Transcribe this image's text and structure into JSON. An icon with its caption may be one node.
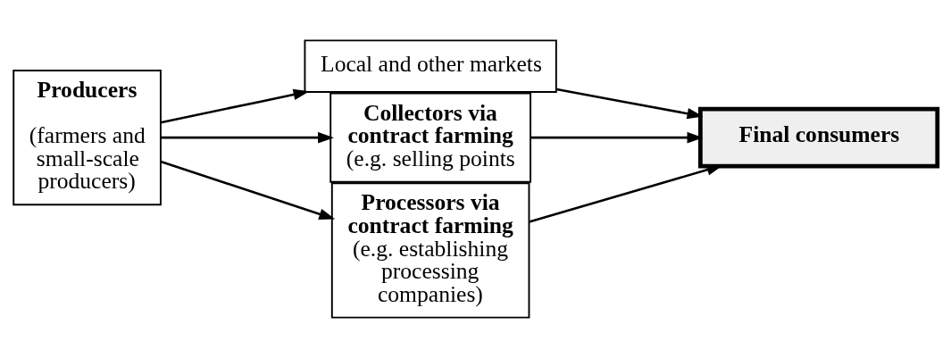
{
  "diagram": {
    "nodes": [
      {
        "text": [
          "Producers",
          "(farmers and small-scale producers)"
        ]
      },
      {
        "text": [
          "Local and other markets"
        ]
      },
      {
        "text": [
          "Collectors via contract farming",
          "(e.g. selling points"
        ]
      },
      {
        "text": [
          "Processors via contract farming",
          "(e.g. establishing processing companies)"
        ]
      },
      {
        "text": [
          "Final consumers"
        ]
      }
    ],
    "edges": [
      {
        "from": 0,
        "to": 1,
        "arrow": "to"
      },
      {
        "from": 0,
        "to": 2,
        "arrow": "to"
      },
      {
        "from": 0,
        "to": 3,
        "arrow": "to"
      },
      {
        "from": 1,
        "to": 4,
        "arrow": "to"
      },
      {
        "from": 2,
        "to": 4,
        "arrow": "to"
      },
      {
        "from": 3,
        "to": 4,
        "arrow": "to"
      }
    ]
  }
}
